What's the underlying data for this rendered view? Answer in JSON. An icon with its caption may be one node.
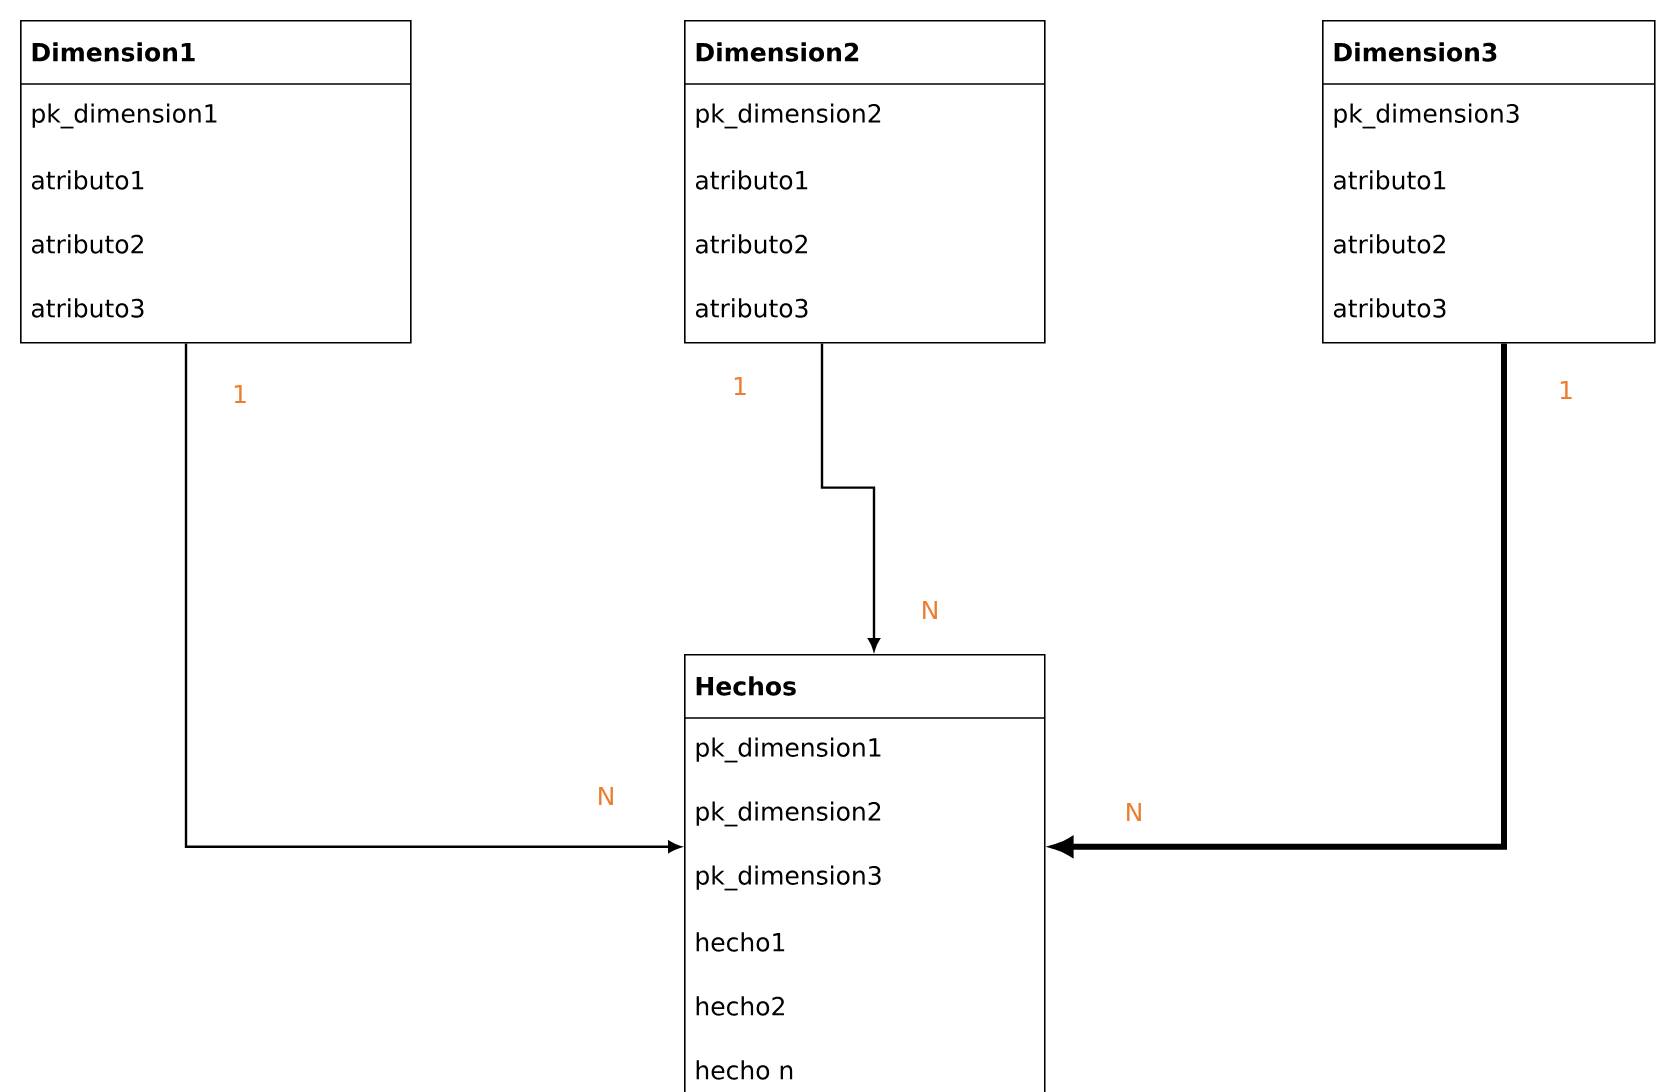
{
  "diagram": {
    "nodes": [
      {
        "text": [
          "Dimension1",
          "pk_dimension1",
          "atributo1",
          "atributo2",
          "atributo3"
        ]
      },
      {
        "text": [
          "Dimension2",
          "pk_dimension2",
          "atributo1",
          "atributo2",
          "atributo3"
        ]
      },
      {
        "text": [
          "Dimension3",
          "pk_dimension3",
          "atributo1",
          "atributo2",
          "atributo3"
        ]
      },
      {
        "text": [
          "Hechos",
          "pk_dimension1",
          "pk_dimension2",
          "pk_dimension3",
          "hecho1",
          "hecho2",
          "hecho n"
        ]
      }
    ],
    "edges": [
      {
        "from": 0,
        "to": 3,
        "arrow": "to"
      },
      {
        "from": 1,
        "to": 3,
        "arrow": "to"
      },
      {
        "from": 2,
        "to": 3,
        "arrow": "to",
        "style": "thick"
      }
    ],
    "labels": [
      "1",
      "1",
      "1",
      "N",
      "N",
      "N"
    ]
  }
}
